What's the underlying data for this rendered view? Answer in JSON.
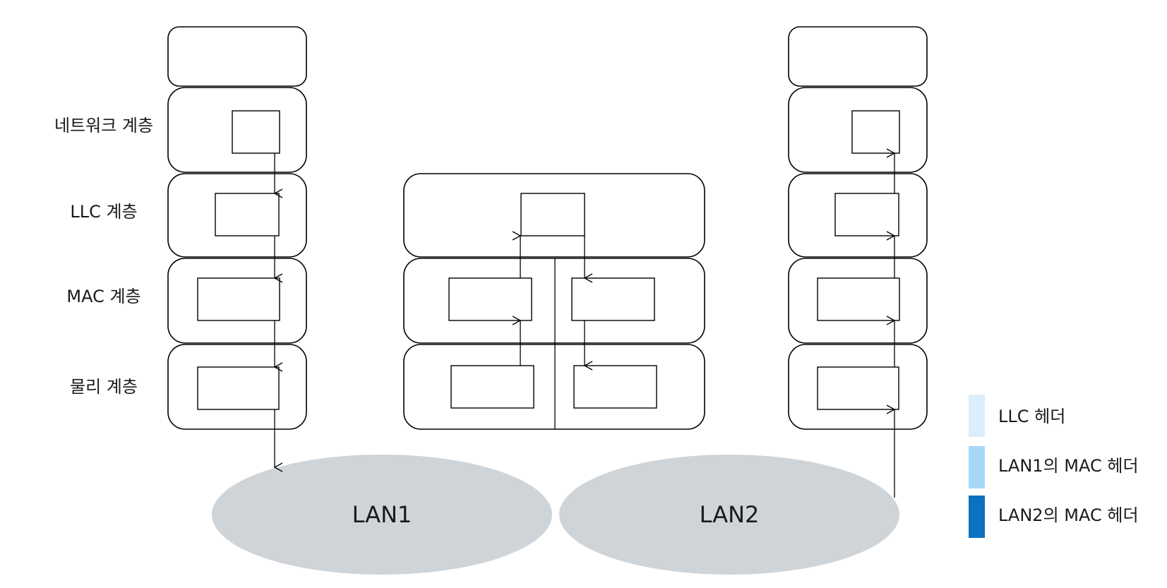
{
  "layers": {
    "network": "네트워크 계층",
    "llc": "LLC 계층",
    "mac": "MAC 계층",
    "physical": "물리 계층"
  },
  "lans": {
    "lan1": "LAN1",
    "lan2": "LAN2"
  },
  "legend": {
    "llc_header": "LLC 헤더",
    "lan1_mac_header": "LAN1의 MAC 헤더",
    "lan2_mac_header": "LAN2의 MAC 헤더"
  },
  "colors": {
    "llc_header": "#daeefb",
    "lan1_mac_header": "#a6d8f8",
    "lan2_mac_header": "#0a72bf",
    "lan_fill": "#cfd4d9"
  }
}
